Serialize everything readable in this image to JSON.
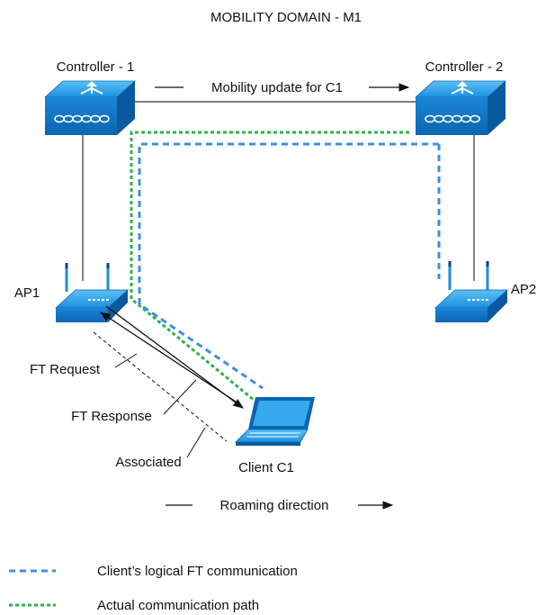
{
  "title": "MOBILITY DOMAIN - M1",
  "nodes": {
    "controller1": {
      "label": "Controller - 1",
      "icon": "wireless-controller-icon"
    },
    "controller2": {
      "label": "Controller - 2",
      "icon": "wireless-controller-icon"
    },
    "ap1": {
      "label": "AP1",
      "icon": "access-point-icon"
    },
    "ap2": {
      "label": "AP2",
      "icon": "access-point-icon"
    },
    "client": {
      "label": "Client C1",
      "icon": "laptop-icon"
    }
  },
  "edges": {
    "mobility_update": "Mobility update for C1",
    "ft_request": "FT Request",
    "ft_response": "FT Response",
    "associated": "Associated",
    "roaming": "Roaming direction"
  },
  "legend": [
    {
      "label": "Client’s logical FT communication",
      "color": "#3d8fe0",
      "style": "dashed"
    },
    {
      "label": "Actual communication path",
      "color": "#2db34a",
      "style": "dotted"
    }
  ],
  "colors": {
    "device_blue": "#1a8fe0",
    "logical_path": "#3d8fe0",
    "actual_path": "#2db34a"
  }
}
